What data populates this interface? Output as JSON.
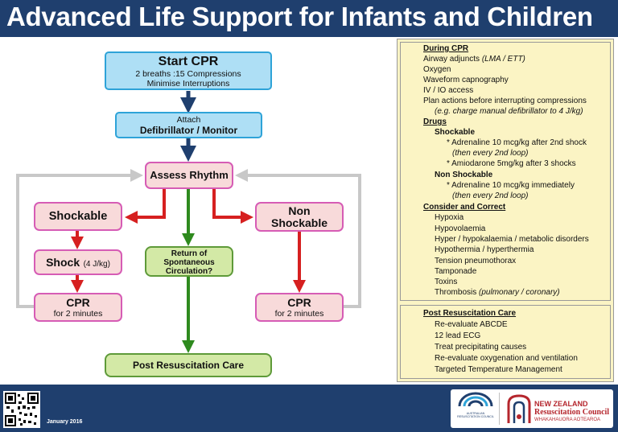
{
  "title": "Advanced Life Support for Infants and Children",
  "footer": {
    "date": "January 2016",
    "arc_logo_text": "AUSTRALIAN RESUSCITATION COUNCIL",
    "nz_line1": "NEW ZEALAND",
    "nz_line2": "Resuscitation Council",
    "nz_line3": "WHAKAHAUORA AOTEAROA"
  },
  "flow": {
    "start": {
      "title": "Start CPR",
      "line1": "2 breaths :15 Compressions",
      "line2": "Minimise Interruptions"
    },
    "attach": {
      "line1": "Attach",
      "line2": "Defibrillator / Monitor"
    },
    "assess": "Assess Rhythm",
    "shockable": "Shockable",
    "nonshockable": "Non Shockable",
    "shock": {
      "label": "Shock",
      "detail": "(4 J/kg)"
    },
    "cpr_left": {
      "title": "CPR",
      "detail": "for 2 minutes"
    },
    "cpr_right": {
      "title": "CPR",
      "detail": "for 2 minutes"
    },
    "rosc": "Return of Spontaneous Circulation?",
    "post": "Post Resuscitation Care"
  },
  "panel": {
    "during_cpr": {
      "heading": "During CPR",
      "airway": "Airway adjuncts",
      "airway_note": "(LMA / ETT)",
      "items": [
        "Oxygen",
        "Waveform capnography",
        "IV / IO access",
        "Plan actions before interrupting compressions"
      ],
      "plan_note": "(e.g. charge manual defibrillator to 4 J/kg)"
    },
    "drugs": {
      "heading": "Drugs",
      "shockable_heading": "Shockable",
      "shockable_1": "* Adrenaline 10 mcg/kg after 2nd shock",
      "shockable_1_note": "(then every 2nd loop)",
      "shockable_2": "* Amiodarone 5mg/kg after 3 shocks",
      "nonshockable_heading": "Non Shockable",
      "nonshockable_1": "* Adrenaline 10 mcg/kg immediately",
      "nonshockable_1_note": "(then every 2nd loop)"
    },
    "consider": {
      "heading": "Consider and Correct",
      "items": [
        "Hypoxia",
        "Hypovolaemia",
        "Hyper / hypokalaemia / metabolic disorders",
        "Hypothermia / hyperthermia",
        "Tension pneumothorax",
        "Tamponade",
        "Toxins"
      ],
      "last": "Thrombosis",
      "last_note": "(pulmonary / coronary)"
    },
    "post_care": {
      "heading": "Post Resuscitation Care",
      "items": [
        "Re-evaluate ABCDE",
        "12 lead ECG",
        "Treat precipitating causes",
        "Re-evaluate oxygenation and ventilation",
        "Targeted Temperature Management"
      ]
    }
  },
  "colors": {
    "header": "#1f3f6e",
    "panel_bg": "#fbf4c4",
    "arrow_navy": "#1f3f6e",
    "arrow_red": "#d62020",
    "arrow_green": "#2e8a1e",
    "loop_grey": "#c8c8c8"
  }
}
